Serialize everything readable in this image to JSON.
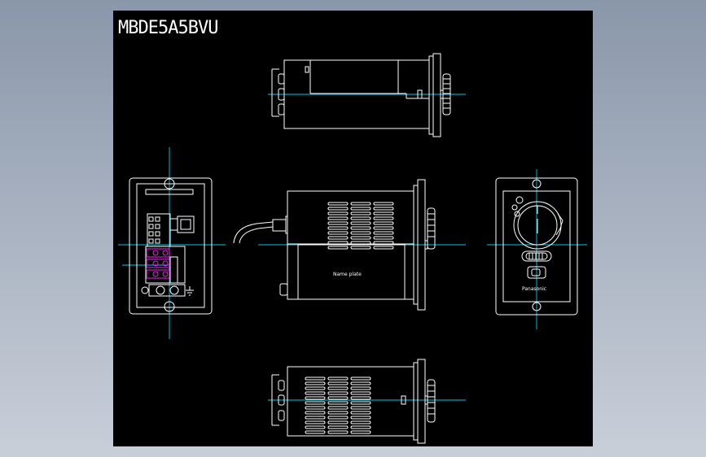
{
  "drawing": {
    "title": "MBDE5A5BVU",
    "nameplate_label": "Name plate",
    "brand_label": "Panasonic"
  },
  "colors": {
    "desktop_top": "#8a97aa",
    "desktop_bottom": "#c9cfd9",
    "canvas": "#000000",
    "outline": "#ffffff",
    "centerline": "#00c8e6",
    "terminal": "#e020e0"
  }
}
